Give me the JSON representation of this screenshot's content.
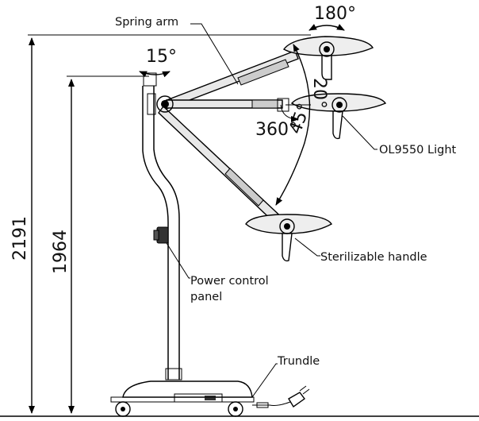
{
  "annotations": {
    "spring_arm": "Spring arm",
    "light": "OL9550 Light",
    "handle": "Sterilizable handle",
    "power_panel_line1": "Power control",
    "power_panel_line2": "panel",
    "trundle": "Trundle"
  },
  "dimensions": {
    "total_height": "2191",
    "pole_height": "1964"
  },
  "angles": {
    "head_rotation": "180°",
    "pole_rotation": "15°",
    "arm_up": "20°",
    "arm_down": "45°",
    "arm_rotation": "360°"
  }
}
